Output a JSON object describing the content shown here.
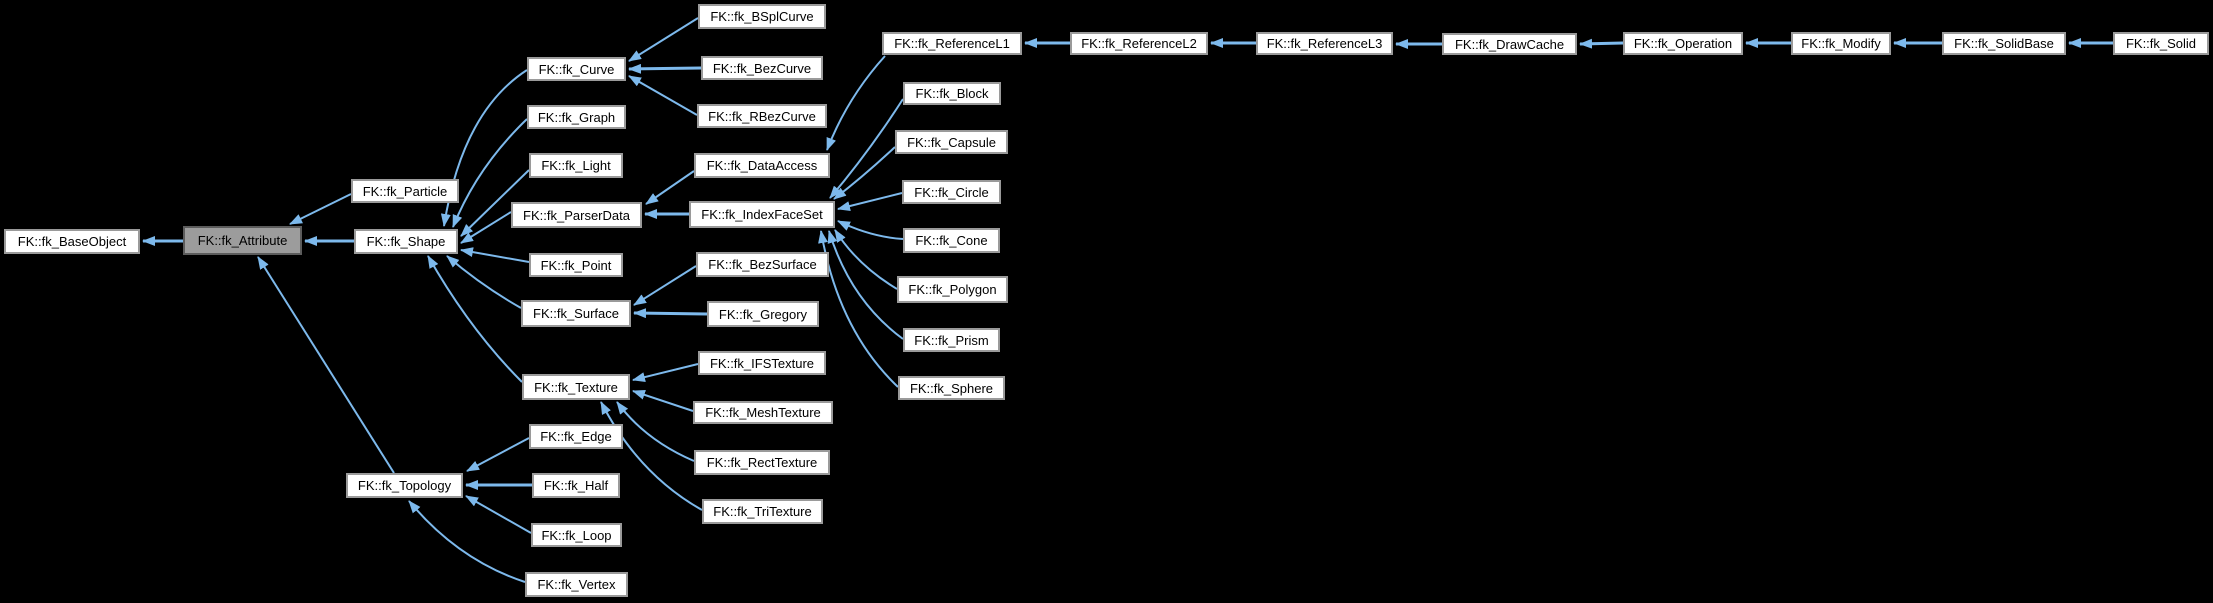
{
  "diagram": {
    "kind": "class-inheritance-graph",
    "background_color": "#000000",
    "arrow_color": "#7db9ec",
    "node_fill": "#ffffff",
    "node_border_color": "#9a9a9a",
    "highlight_fill": "#9c9c9c",
    "highlight_border_color": "#5c5c5c",
    "text_color": "#000000",
    "highlighted_node": "attribute",
    "nodes": [
      {
        "id": "baseobject",
        "label": "FK::fk_BaseObject",
        "highlighted": false
      },
      {
        "id": "attribute",
        "label": "FK::fk_Attribute",
        "highlighted": true
      },
      {
        "id": "particle",
        "label": "FK::fk_Particle",
        "highlighted": false
      },
      {
        "id": "shape",
        "label": "FK::fk_Shape",
        "highlighted": false
      },
      {
        "id": "topology",
        "label": "FK::fk_Topology",
        "highlighted": false
      },
      {
        "id": "curve",
        "label": "FK::fk_Curve",
        "highlighted": false
      },
      {
        "id": "graph",
        "label": "FK::fk_Graph",
        "highlighted": false
      },
      {
        "id": "light",
        "label": "FK::fk_Light",
        "highlighted": false
      },
      {
        "id": "parserdata",
        "label": "FK::fk_ParserData",
        "highlighted": false
      },
      {
        "id": "point",
        "label": "FK::fk_Point",
        "highlighted": false
      },
      {
        "id": "surface",
        "label": "FK::fk_Surface",
        "highlighted": false
      },
      {
        "id": "texture",
        "label": "FK::fk_Texture",
        "highlighted": false
      },
      {
        "id": "edge",
        "label": "FK::fk_Edge",
        "highlighted": false
      },
      {
        "id": "half",
        "label": "FK::fk_Half",
        "highlighted": false
      },
      {
        "id": "loop",
        "label": "FK::fk_Loop",
        "highlighted": false
      },
      {
        "id": "vertex",
        "label": "FK::fk_Vertex",
        "highlighted": false
      },
      {
        "id": "bsplcurve",
        "label": "FK::fk_BSplCurve",
        "highlighted": false
      },
      {
        "id": "bezcurve",
        "label": "FK::fk_BezCurve",
        "highlighted": false
      },
      {
        "id": "rbezcurve",
        "label": "FK::fk_RBezCurve",
        "highlighted": false
      },
      {
        "id": "dataaccess",
        "label": "FK::fk_DataAccess",
        "highlighted": false
      },
      {
        "id": "indexfaceset",
        "label": "FK::fk_IndexFaceSet",
        "highlighted": false
      },
      {
        "id": "bezsurface",
        "label": "FK::fk_BezSurface",
        "highlighted": false
      },
      {
        "id": "gregory",
        "label": "FK::fk_Gregory",
        "highlighted": false
      },
      {
        "id": "ifstexture",
        "label": "FK::fk_IFSTexture",
        "highlighted": false
      },
      {
        "id": "meshtexture",
        "label": "FK::fk_MeshTexture",
        "highlighted": false
      },
      {
        "id": "recttexture",
        "label": "FK::fk_RectTexture",
        "highlighted": false
      },
      {
        "id": "tritexture",
        "label": "FK::fk_TriTexture",
        "highlighted": false
      },
      {
        "id": "block",
        "label": "FK::fk_Block",
        "highlighted": false
      },
      {
        "id": "capsule",
        "label": "FK::fk_Capsule",
        "highlighted": false
      },
      {
        "id": "circle",
        "label": "FK::fk_Circle",
        "highlighted": false
      },
      {
        "id": "cone",
        "label": "FK::fk_Cone",
        "highlighted": false
      },
      {
        "id": "polygon",
        "label": "FK::fk_Polygon",
        "highlighted": false
      },
      {
        "id": "prism",
        "label": "FK::fk_Prism",
        "highlighted": false
      },
      {
        "id": "sphere",
        "label": "FK::fk_Sphere",
        "highlighted": false
      },
      {
        "id": "referencel1",
        "label": "FK::fk_ReferenceL1",
        "highlighted": false
      },
      {
        "id": "referencel2",
        "label": "FK::fk_ReferenceL2",
        "highlighted": false
      },
      {
        "id": "referencel3",
        "label": "FK::fk_ReferenceL3",
        "highlighted": false
      },
      {
        "id": "drawcache",
        "label": "FK::fk_DrawCache",
        "highlighted": false
      },
      {
        "id": "operation",
        "label": "FK::fk_Operation",
        "highlighted": false
      },
      {
        "id": "modify",
        "label": "FK::fk_Modify",
        "highlighted": false
      },
      {
        "id": "solidbase",
        "label": "FK::fk_SolidBase",
        "highlighted": false
      },
      {
        "id": "solid",
        "label": "FK::fk_Solid",
        "highlighted": false
      }
    ],
    "edges": [
      {
        "from": "attribute",
        "to": "baseobject"
      },
      {
        "from": "particle",
        "to": "attribute"
      },
      {
        "from": "shape",
        "to": "attribute"
      },
      {
        "from": "topology",
        "to": "attribute"
      },
      {
        "from": "curve",
        "to": "shape"
      },
      {
        "from": "graph",
        "to": "shape"
      },
      {
        "from": "light",
        "to": "shape"
      },
      {
        "from": "parserdata",
        "to": "shape"
      },
      {
        "from": "point",
        "to": "shape"
      },
      {
        "from": "surface",
        "to": "shape"
      },
      {
        "from": "texture",
        "to": "shape"
      },
      {
        "from": "bsplcurve",
        "to": "curve"
      },
      {
        "from": "bezcurve",
        "to": "curve"
      },
      {
        "from": "rbezcurve",
        "to": "curve"
      },
      {
        "from": "dataaccess",
        "to": "parserdata"
      },
      {
        "from": "indexfaceset",
        "to": "parserdata"
      },
      {
        "from": "referencel1",
        "to": "dataaccess"
      },
      {
        "from": "block",
        "to": "indexfaceset"
      },
      {
        "from": "capsule",
        "to": "indexfaceset"
      },
      {
        "from": "circle",
        "to": "indexfaceset"
      },
      {
        "from": "cone",
        "to": "indexfaceset"
      },
      {
        "from": "polygon",
        "to": "indexfaceset"
      },
      {
        "from": "prism",
        "to": "indexfaceset"
      },
      {
        "from": "sphere",
        "to": "indexfaceset"
      },
      {
        "from": "bezsurface",
        "to": "surface"
      },
      {
        "from": "gregory",
        "to": "surface"
      },
      {
        "from": "ifstexture",
        "to": "texture"
      },
      {
        "from": "meshtexture",
        "to": "texture"
      },
      {
        "from": "recttexture",
        "to": "texture"
      },
      {
        "from": "tritexture",
        "to": "texture"
      },
      {
        "from": "edge",
        "to": "topology"
      },
      {
        "from": "half",
        "to": "topology"
      },
      {
        "from": "loop",
        "to": "topology"
      },
      {
        "from": "vertex",
        "to": "topology"
      },
      {
        "from": "referencel2",
        "to": "referencel1"
      },
      {
        "from": "referencel3",
        "to": "referencel2"
      },
      {
        "from": "drawcache",
        "to": "referencel3"
      },
      {
        "from": "operation",
        "to": "drawcache"
      },
      {
        "from": "modify",
        "to": "operation"
      },
      {
        "from": "solidbase",
        "to": "modify"
      },
      {
        "from": "solid",
        "to": "solidbase"
      }
    ]
  }
}
